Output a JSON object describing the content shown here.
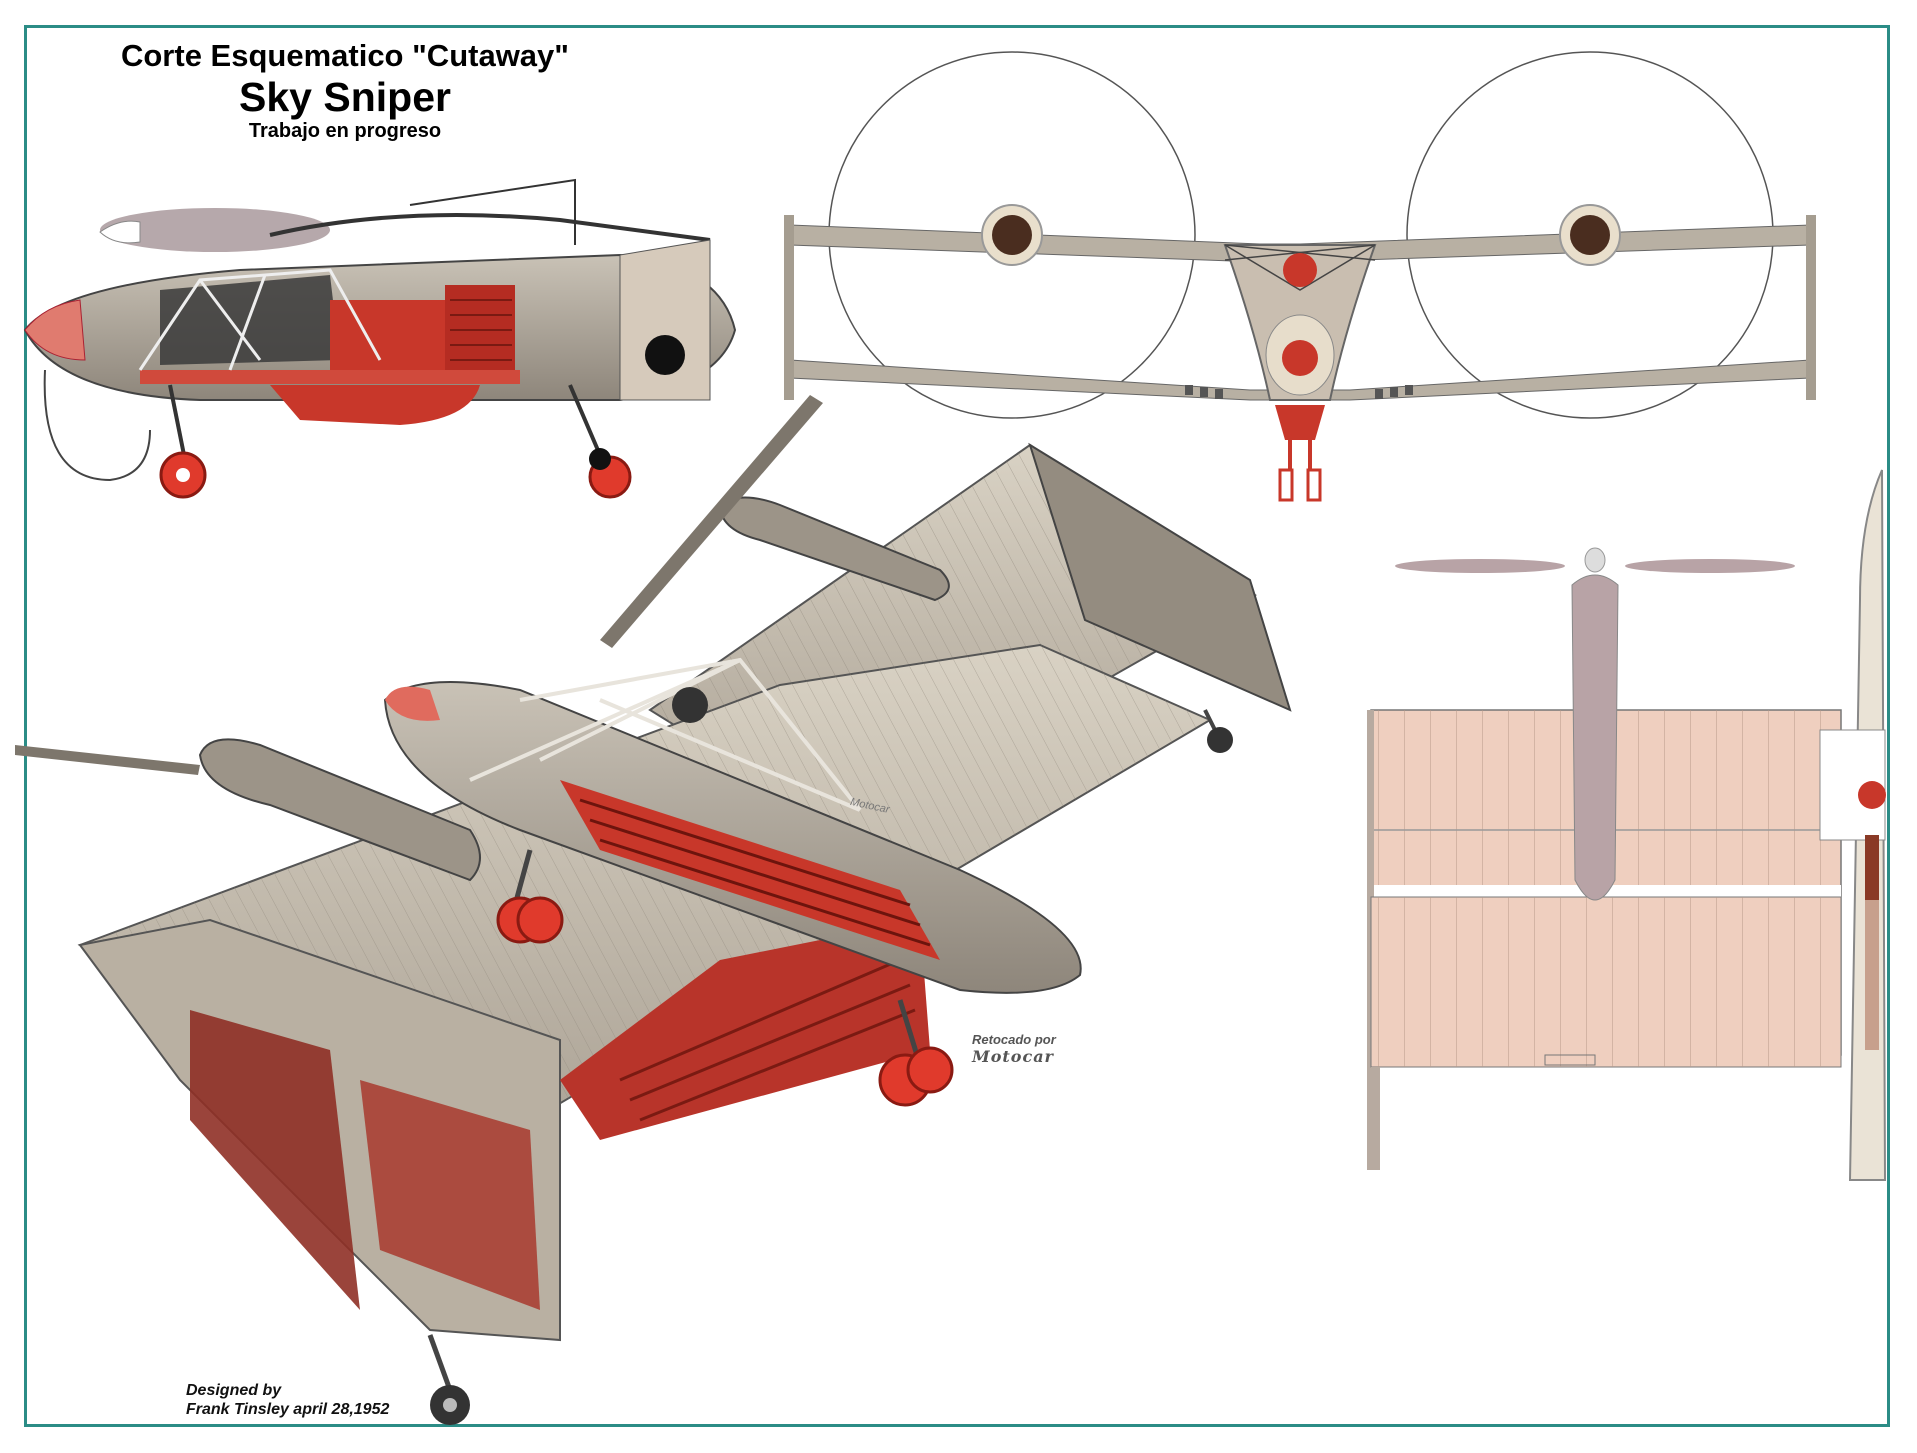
{
  "title": {
    "line1": "Corte Esquematico \"Cutaway\"",
    "line2": "Sky Sniper",
    "line3": "Trabajo en progreso"
  },
  "credit": {
    "line1": "Designed by",
    "line2": "Frank Tinsley april 28,1952"
  },
  "retouch": {
    "line1": "Retocado por",
    "line2": "Motocar"
  },
  "airframe_signature": "Motocar",
  "colors": {
    "frame": "#2b8c86",
    "structure_red": "#c8372a",
    "skin_gray": "#b8b1a4",
    "wing_pink": "#efcfbf",
    "prop_mauve": "#b8a3a6"
  }
}
